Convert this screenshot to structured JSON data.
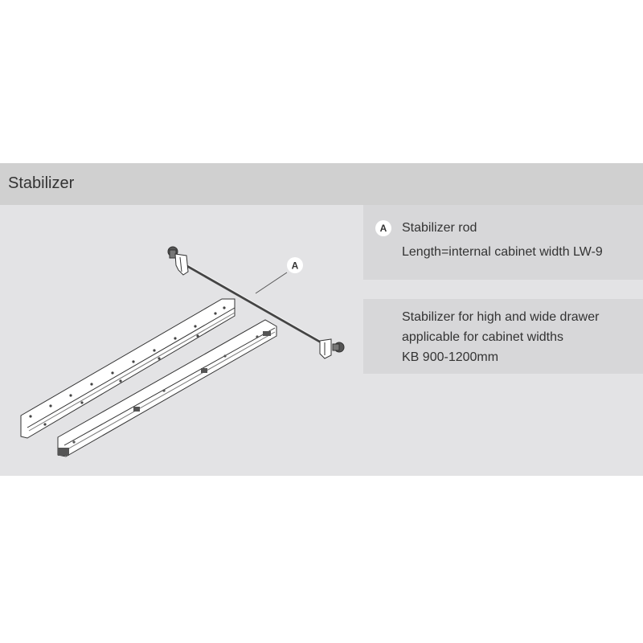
{
  "header": {
    "title": "Stabilizer"
  },
  "callout": {
    "letter": "A"
  },
  "info_a": {
    "badge": "A",
    "title": "Stabilizer rod",
    "detail": "Length=internal cabinet width LW-9"
  },
  "info_b": {
    "lines": [
      "Stabilizer for high and wide drawer",
      "applicable for cabinet widths",
      "KB 900-1200mm"
    ]
  },
  "colors": {
    "header_bg": "#d0d0d0",
    "panel_bg": "#e3e3e5",
    "info_bg": "#d7d7d9"
  }
}
